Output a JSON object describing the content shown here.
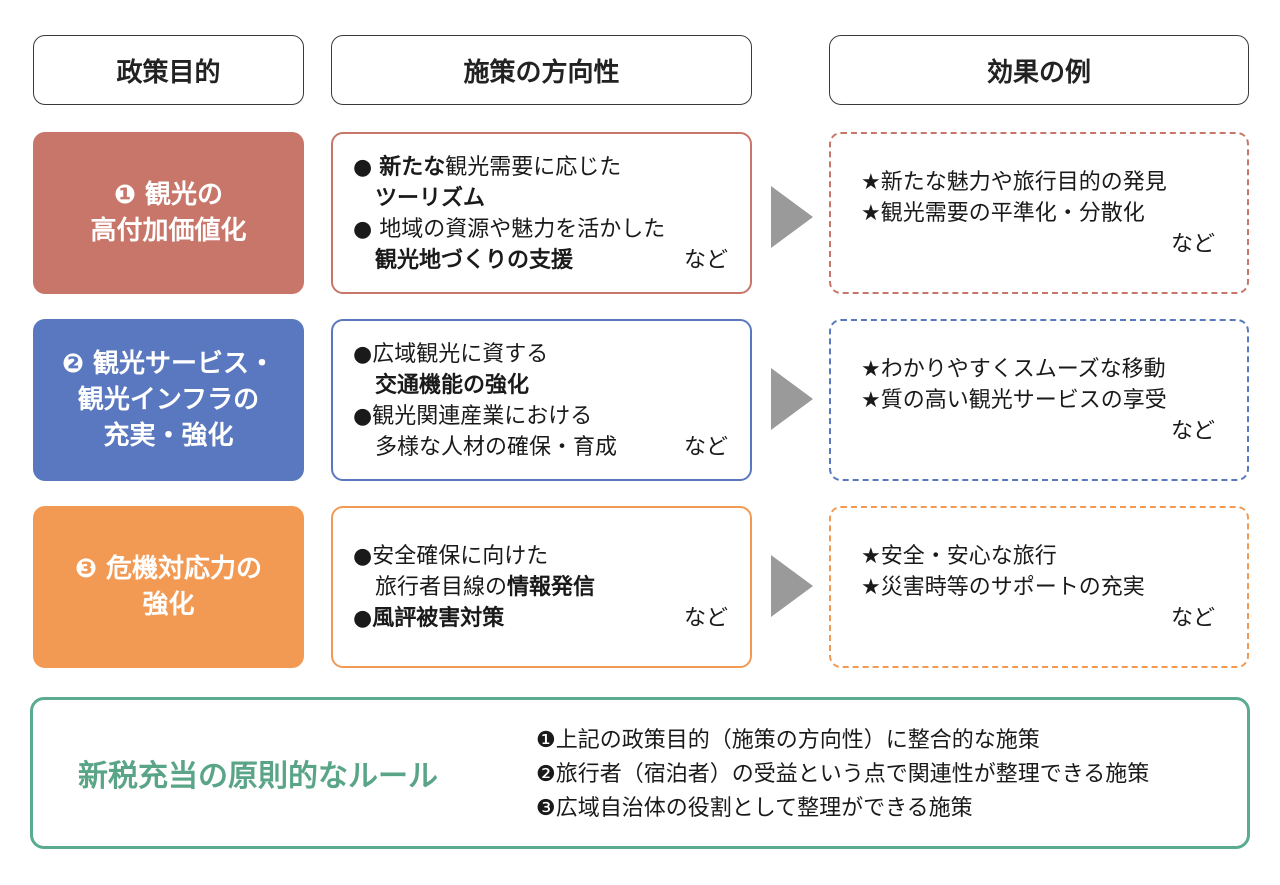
{
  "headers": {
    "goal": "政策目的",
    "direction": "施策の方向性",
    "effect": "効果の例"
  },
  "colors": {
    "row1": "#c8766a",
    "row2": "#5a78bf",
    "row3": "#f29a54",
    "rule_border": "#5aab8f",
    "rule_title": "#5aa587",
    "arrow": "#9a9a9a"
  },
  "rows": [
    {
      "goal": [
        "❶ 観光の",
        "高付加価値化"
      ],
      "direction": {
        "b1_bold": "新たな",
        "b1_rest": "観光需要に応じた",
        "b1_line2": "ツーリズム",
        "b2_text": "地域の資源や魅力を活かした",
        "b2_line2": "観光地づくりの支援",
        "nado": "など"
      },
      "effects": [
        "★新たな魅力や旅行目的の発見",
        "★観光需要の平準化・分散化"
      ],
      "effects_nado": "など"
    },
    {
      "goal": [
        "❷ 観光サービス・",
        "観光インフラの",
        "充実・強化"
      ],
      "direction": {
        "b1_text": "広域観光に資する",
        "b1_line2": "交通機能の強化",
        "b2_text": "観光関連産業における",
        "b2_line2": "多様な人材の確保・育成",
        "nado": "など"
      },
      "effects": [
        "★わかりやすくスムーズな移動",
        "★質の高い観光サービスの享受"
      ],
      "effects_nado": "など"
    },
    {
      "goal": [
        "❸ 危機対応力の",
        "強化"
      ],
      "direction": {
        "b1_text": "安全確保に向けた",
        "b1_line2_plain": "旅行者目線の",
        "b1_line2_bold": "情報発信",
        "b2_bold": "風評被害対策",
        "nado": "など"
      },
      "effects": [
        "★安全・安心な旅行",
        "★災害時等のサポートの充実"
      ],
      "effects_nado": "など"
    }
  ],
  "rule": {
    "title": "新税充当の原則的なルール",
    "items": [
      "❶上記の政策目的（施策の方向性）に整合的な施策",
      "❷旅行者（宿泊者）の受益という点で関連性が整理できる施策",
      "❸広域自治体の役割として整理ができる施策"
    ]
  }
}
